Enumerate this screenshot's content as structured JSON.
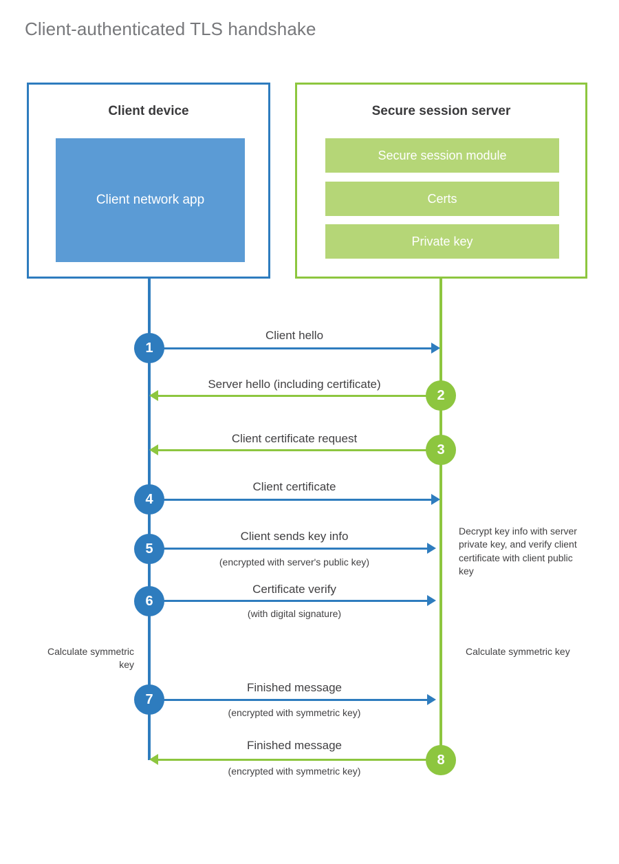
{
  "title": "Client-authenticated TLS handshake",
  "colors": {
    "client_accent": "#2e7cbe",
    "server_accent": "#8dc63f",
    "client_app_fill": "#5b9bd5",
    "server_bar_fill": "#b5d677",
    "title_text": "#77787b",
    "body_text": "#414042"
  },
  "client": {
    "title": "Client device",
    "app_label": "Client network app"
  },
  "server": {
    "title": "Secure session server",
    "components": [
      {
        "label": "Secure session module"
      },
      {
        "label": "Certs"
      },
      {
        "label": "Private key"
      }
    ]
  },
  "steps": [
    {
      "number": "1",
      "label": "Client hello",
      "sublabel": "",
      "direction": "client-to-server",
      "color": "blue"
    },
    {
      "number": "2",
      "label": "Server hello (including certificate)",
      "sublabel": "",
      "direction": "server-to-client",
      "color": "green"
    },
    {
      "number": "3",
      "label": "Client certificate request",
      "sublabel": "",
      "direction": "server-to-client",
      "color": "green"
    },
    {
      "number": "4",
      "label": "Client certificate",
      "sublabel": "",
      "direction": "client-to-server",
      "color": "blue"
    },
    {
      "number": "5",
      "label": "Client sends key info",
      "sublabel": "(encrypted with server's public key)",
      "direction": "client-to-server",
      "color": "blue"
    },
    {
      "number": "6",
      "label": "Certificate verify",
      "sublabel": "(with digital signature)",
      "direction": "client-to-server",
      "color": "blue"
    },
    {
      "number": "7",
      "label": "Finished message",
      "sublabel": "(encrypted with symmetric key)",
      "direction": "client-to-server",
      "color": "blue"
    },
    {
      "number": "8",
      "label": "Finished message",
      "sublabel": "(encrypted with symmetric key)",
      "direction": "server-to-client",
      "color": "green"
    }
  ],
  "notes": {
    "server_decrypt": "Decrypt key info with server private key, and verify client certificate with client public key",
    "client_calculate": "Calculate symmetric key",
    "server_calculate": "Calculate symmetric key"
  }
}
